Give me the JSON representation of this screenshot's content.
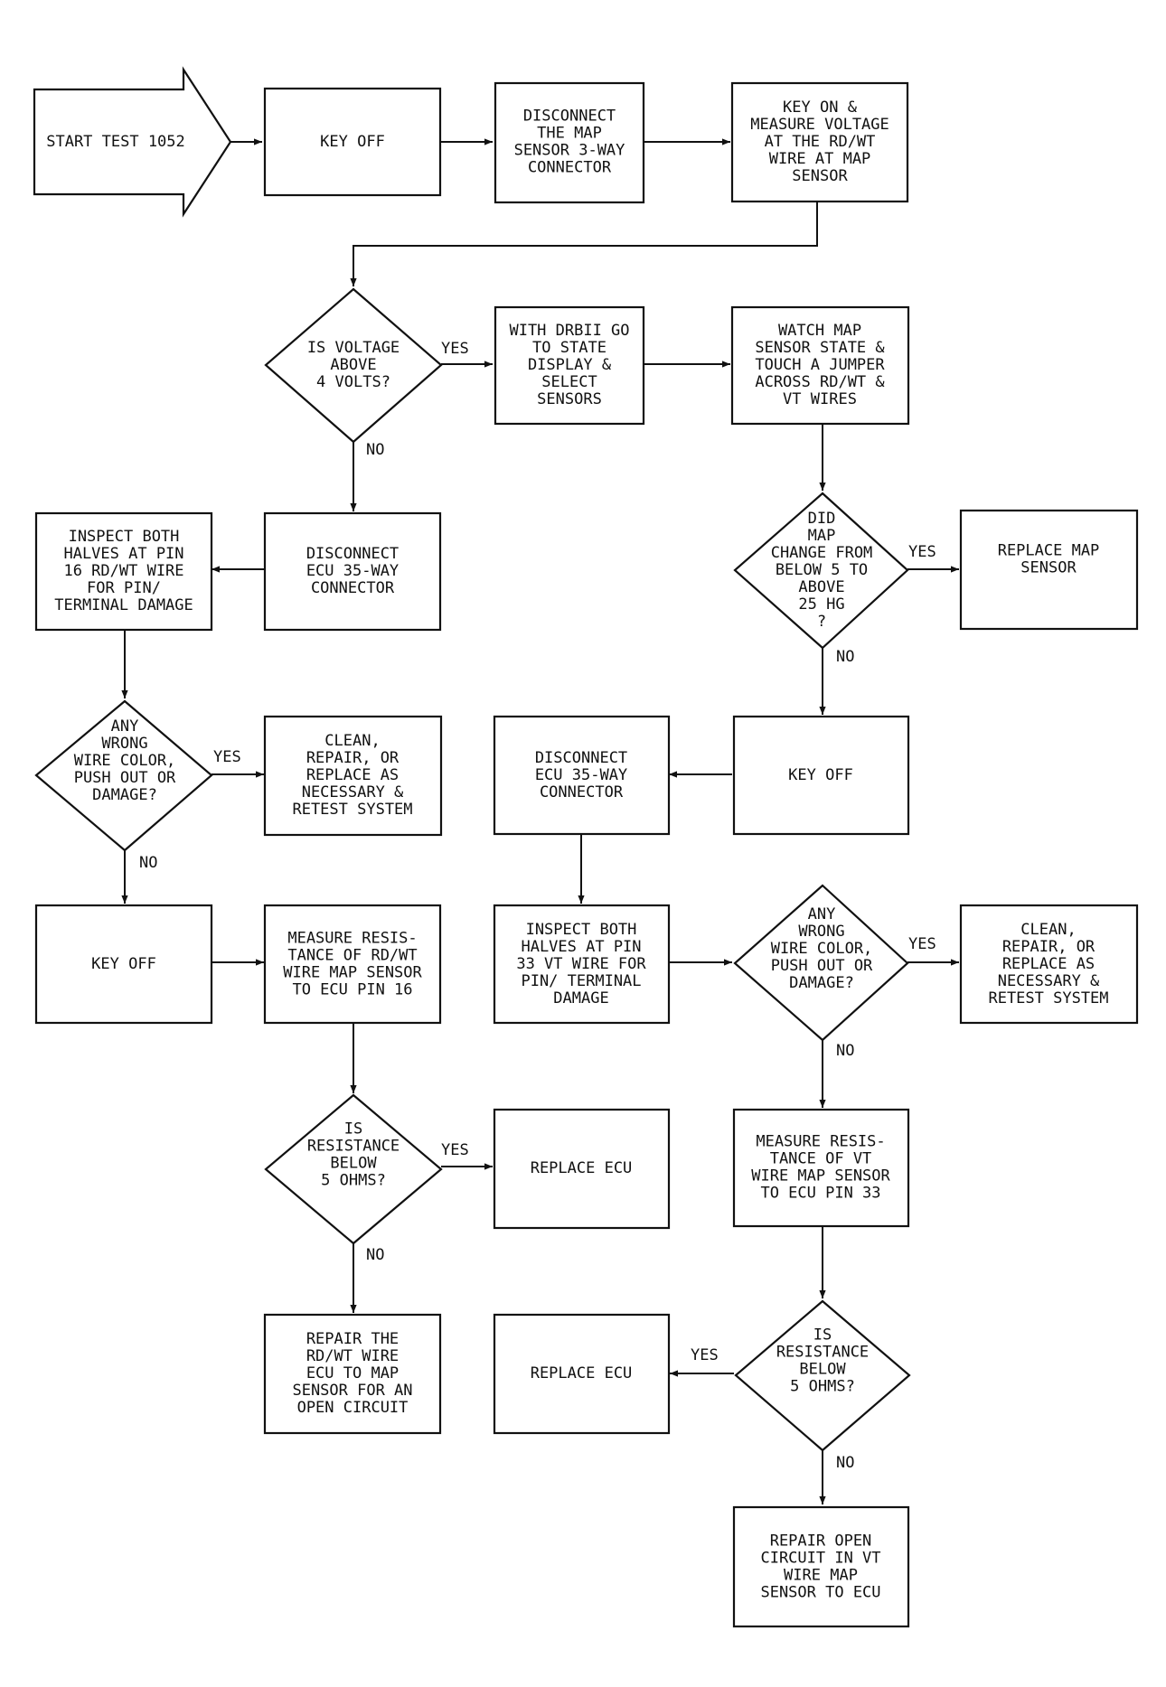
{
  "nodes": {
    "start": "START TEST 1052",
    "key_off_1": "KEY OFF",
    "disconnect_map": [
      "DISCONNECT",
      "THE MAP",
      "SENSOR 3-WAY",
      "CONNECTOR"
    ],
    "key_on_measure": [
      "KEY ON &",
      "MEASURE VOLTAGE",
      "AT THE RD/WT",
      "WIRE AT MAP",
      "SENSOR"
    ],
    "is_voltage": [
      "IS VOLTAGE",
      "ABOVE",
      "4 VOLTS?"
    ],
    "with_drbii": [
      "WITH DRBII GO",
      "TO STATE",
      "DISPLAY &",
      "SELECT",
      "SENSORS"
    ],
    "watch_map": [
      "WATCH MAP",
      "SENSOR STATE &",
      "TOUCH A JUMPER",
      "ACROSS RD/WT &",
      "VT WIRES"
    ],
    "inspect_pin16": [
      "INSPECT BOTH",
      "HALVES AT PIN",
      "16 RD/WT WIRE",
      "FOR PIN/",
      "TERMINAL DAMAGE"
    ],
    "disconnect_ecu_1": [
      "DISCONNECT",
      "ECU 35-WAY",
      "CONNECTOR"
    ],
    "did_map_change": [
      "DID",
      "MAP",
      "CHANGE FROM",
      "BELOW 5 TO",
      "ABOVE",
      "25 HG",
      "?"
    ],
    "replace_map": [
      "REPLACE MAP",
      "SENSOR"
    ],
    "any_wrong_1": [
      "ANY",
      "WRONG",
      "WIRE COLOR,",
      "PUSH OUT OR",
      "DAMAGE?"
    ],
    "clean_repair_1": [
      "CLEAN,",
      "REPAIR, OR",
      "REPLACE AS",
      "NECESSARY &",
      "RETEST SYSTEM"
    ],
    "disconnect_ecu_2": [
      "DISCONNECT",
      "ECU 35-WAY",
      "CONNECTOR"
    ],
    "key_off_2": "KEY OFF",
    "key_off_3": "KEY OFF",
    "measure_res_1": [
      "MEASURE RESIS-",
      "TANCE OF RD/WT",
      "WIRE MAP SENSOR",
      "TO ECU PIN 16"
    ],
    "inspect_pin33": [
      "INSPECT BOTH",
      "HALVES AT PIN",
      "33 VT WIRE FOR",
      "PIN/ TERMINAL",
      "DAMAGE"
    ],
    "any_wrong_2": [
      "ANY",
      "WRONG",
      "WIRE COLOR,",
      "PUSH OUT OR",
      "DAMAGE?"
    ],
    "clean_repair_2": [
      "CLEAN,",
      "REPAIR, OR",
      "REPLACE AS",
      "NECESSARY &",
      "RETEST SYSTEM"
    ],
    "is_res_1": [
      "IS",
      "RESISTANCE",
      "BELOW",
      "5 OHMS?"
    ],
    "replace_ecu_1": "REPLACE ECU",
    "measure_res_2": [
      "MEASURE RESIS-",
      "TANCE OF VT",
      "WIRE MAP SENSOR",
      "TO ECU PIN 33"
    ],
    "repair_rdwt": [
      "REPAIR THE",
      "RD/WT WIRE",
      "ECU TO MAP",
      "SENSOR FOR AN",
      "OPEN CIRCUIT"
    ],
    "replace_ecu_2": "REPLACE ECU",
    "is_res_2": [
      "IS",
      "RESISTANCE",
      "BELOW",
      "5 OHMS?"
    ],
    "repair_open_vt": [
      "REPAIR OPEN",
      "CIRCUIT IN VT",
      "WIRE MAP",
      "SENSOR TO ECU"
    ]
  },
  "labels": {
    "yes": "YES",
    "no": "NO"
  }
}
